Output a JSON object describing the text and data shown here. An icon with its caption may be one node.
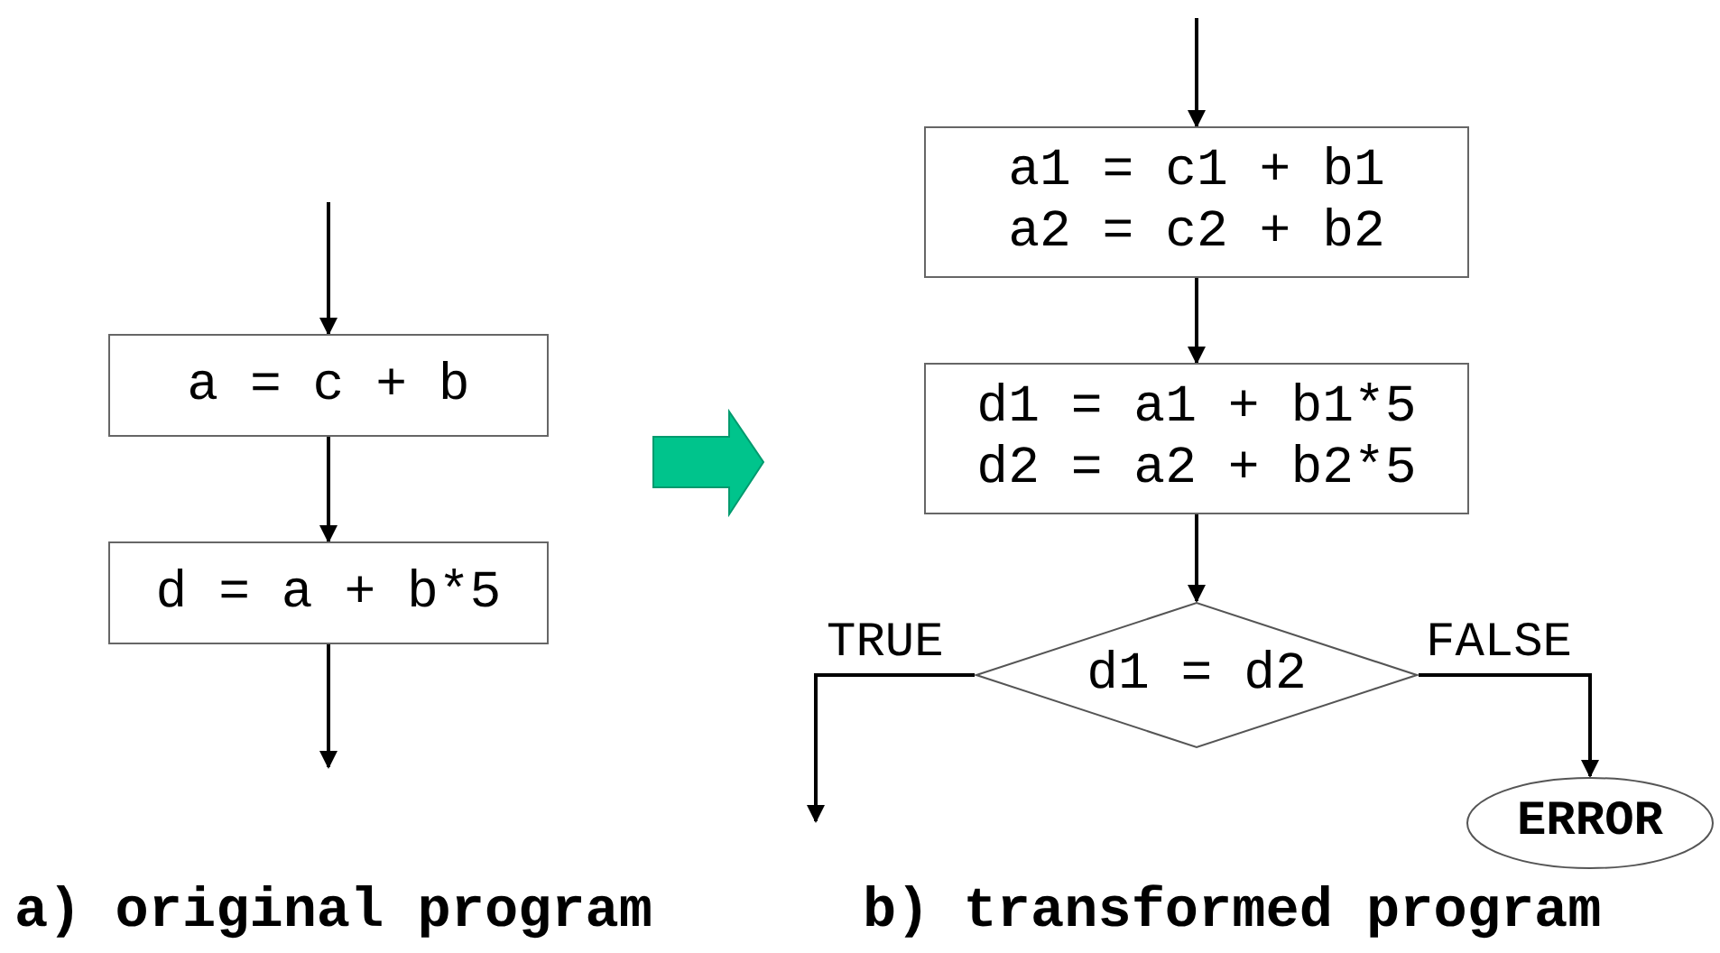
{
  "diagram": {
    "nodes": [
      {
        "text": [
          "a = c + b"
        ]
      },
      {
        "text": [
          "d = a + b*5"
        ]
      },
      {
        "text": [
          "a1 = c1 + b1",
          "a2 = c2 + b2"
        ]
      },
      {
        "text": [
          "d1 = a1 + b1*5",
          "d2 = a2 + b2*5"
        ]
      },
      {
        "text": [
          "d1 = d2"
        ]
      },
      {
        "text": [
          "ERROR"
        ]
      }
    ],
    "edges": [
      {
        "from": null,
        "to": 0,
        "arrow": "to"
      },
      {
        "from": 0,
        "to": 1,
        "arrow": "to"
      },
      {
        "from": 1,
        "to": null,
        "arrow": "to"
      },
      {
        "from": null,
        "to": 2,
        "arrow": "to"
      },
      {
        "from": 2,
        "to": 3,
        "arrow": "to"
      },
      {
        "from": 3,
        "to": 4,
        "arrow": "to"
      },
      {
        "from": 4,
        "to": null,
        "label": "TRUE",
        "arrow": "to"
      },
      {
        "from": 4,
        "to": 5,
        "label": "FALSE",
        "arrow": "to"
      }
    ],
    "labels": [
      "a) original program",
      "b) transformed program"
    ]
  }
}
